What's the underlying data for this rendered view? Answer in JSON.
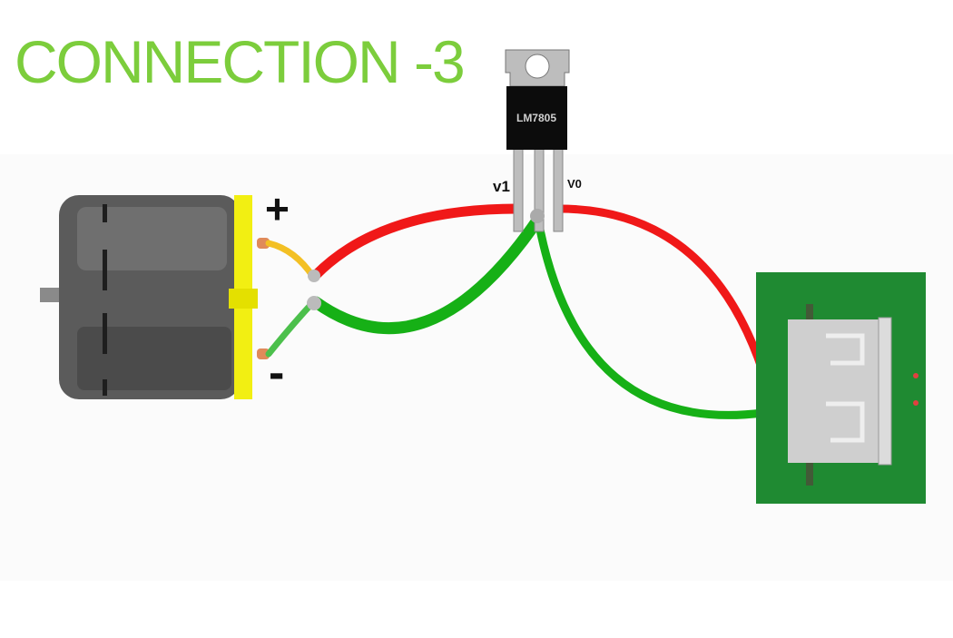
{
  "title": "CONNECTION -3",
  "regulator": {
    "label": "LM7805",
    "pin_in": "v1",
    "pin_out": "V0"
  },
  "motor": {
    "plus": "+",
    "minus": "-"
  },
  "colors": {
    "title": "#7ccd3c",
    "positive_wire": "#f01818",
    "negative_wire": "#16b016",
    "motor_cap": "#f2ef12",
    "pcb": "#1f8a32"
  }
}
